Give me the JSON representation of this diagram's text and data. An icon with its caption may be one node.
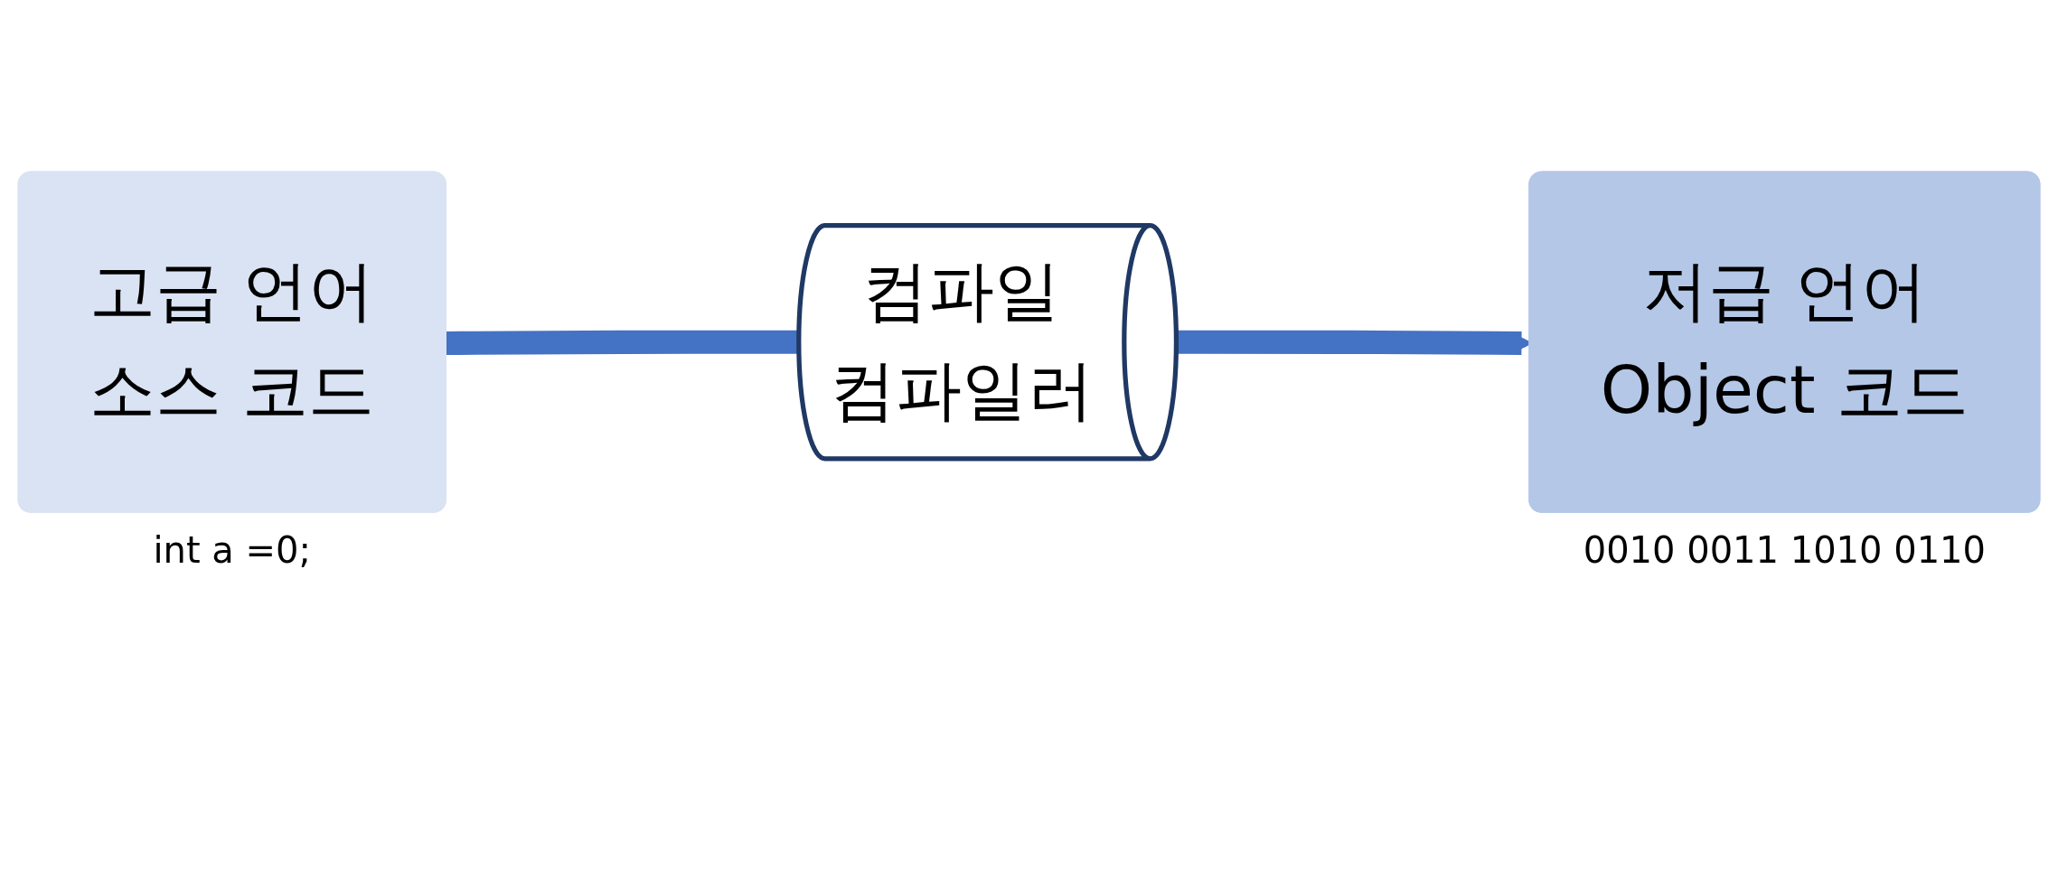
{
  "diagram": {
    "nodes": [
      {
        "text": [
          "고급 언어",
          "소스 코드"
        ],
        "beside": [
          "int a =0;"
        ]
      },
      {
        "text": [
          "컴파일",
          "컴파일러"
        ]
      },
      {
        "text": [
          "저급 언어",
          "Object 코드"
        ],
        "beside": [
          "0010 0011 1010 0110"
        ]
      }
    ],
    "edges": [
      {
        "from": 0,
        "to": 1,
        "arrow": "none"
      },
      {
        "from": 1,
        "to": 2,
        "arrow": "to"
      }
    ]
  }
}
